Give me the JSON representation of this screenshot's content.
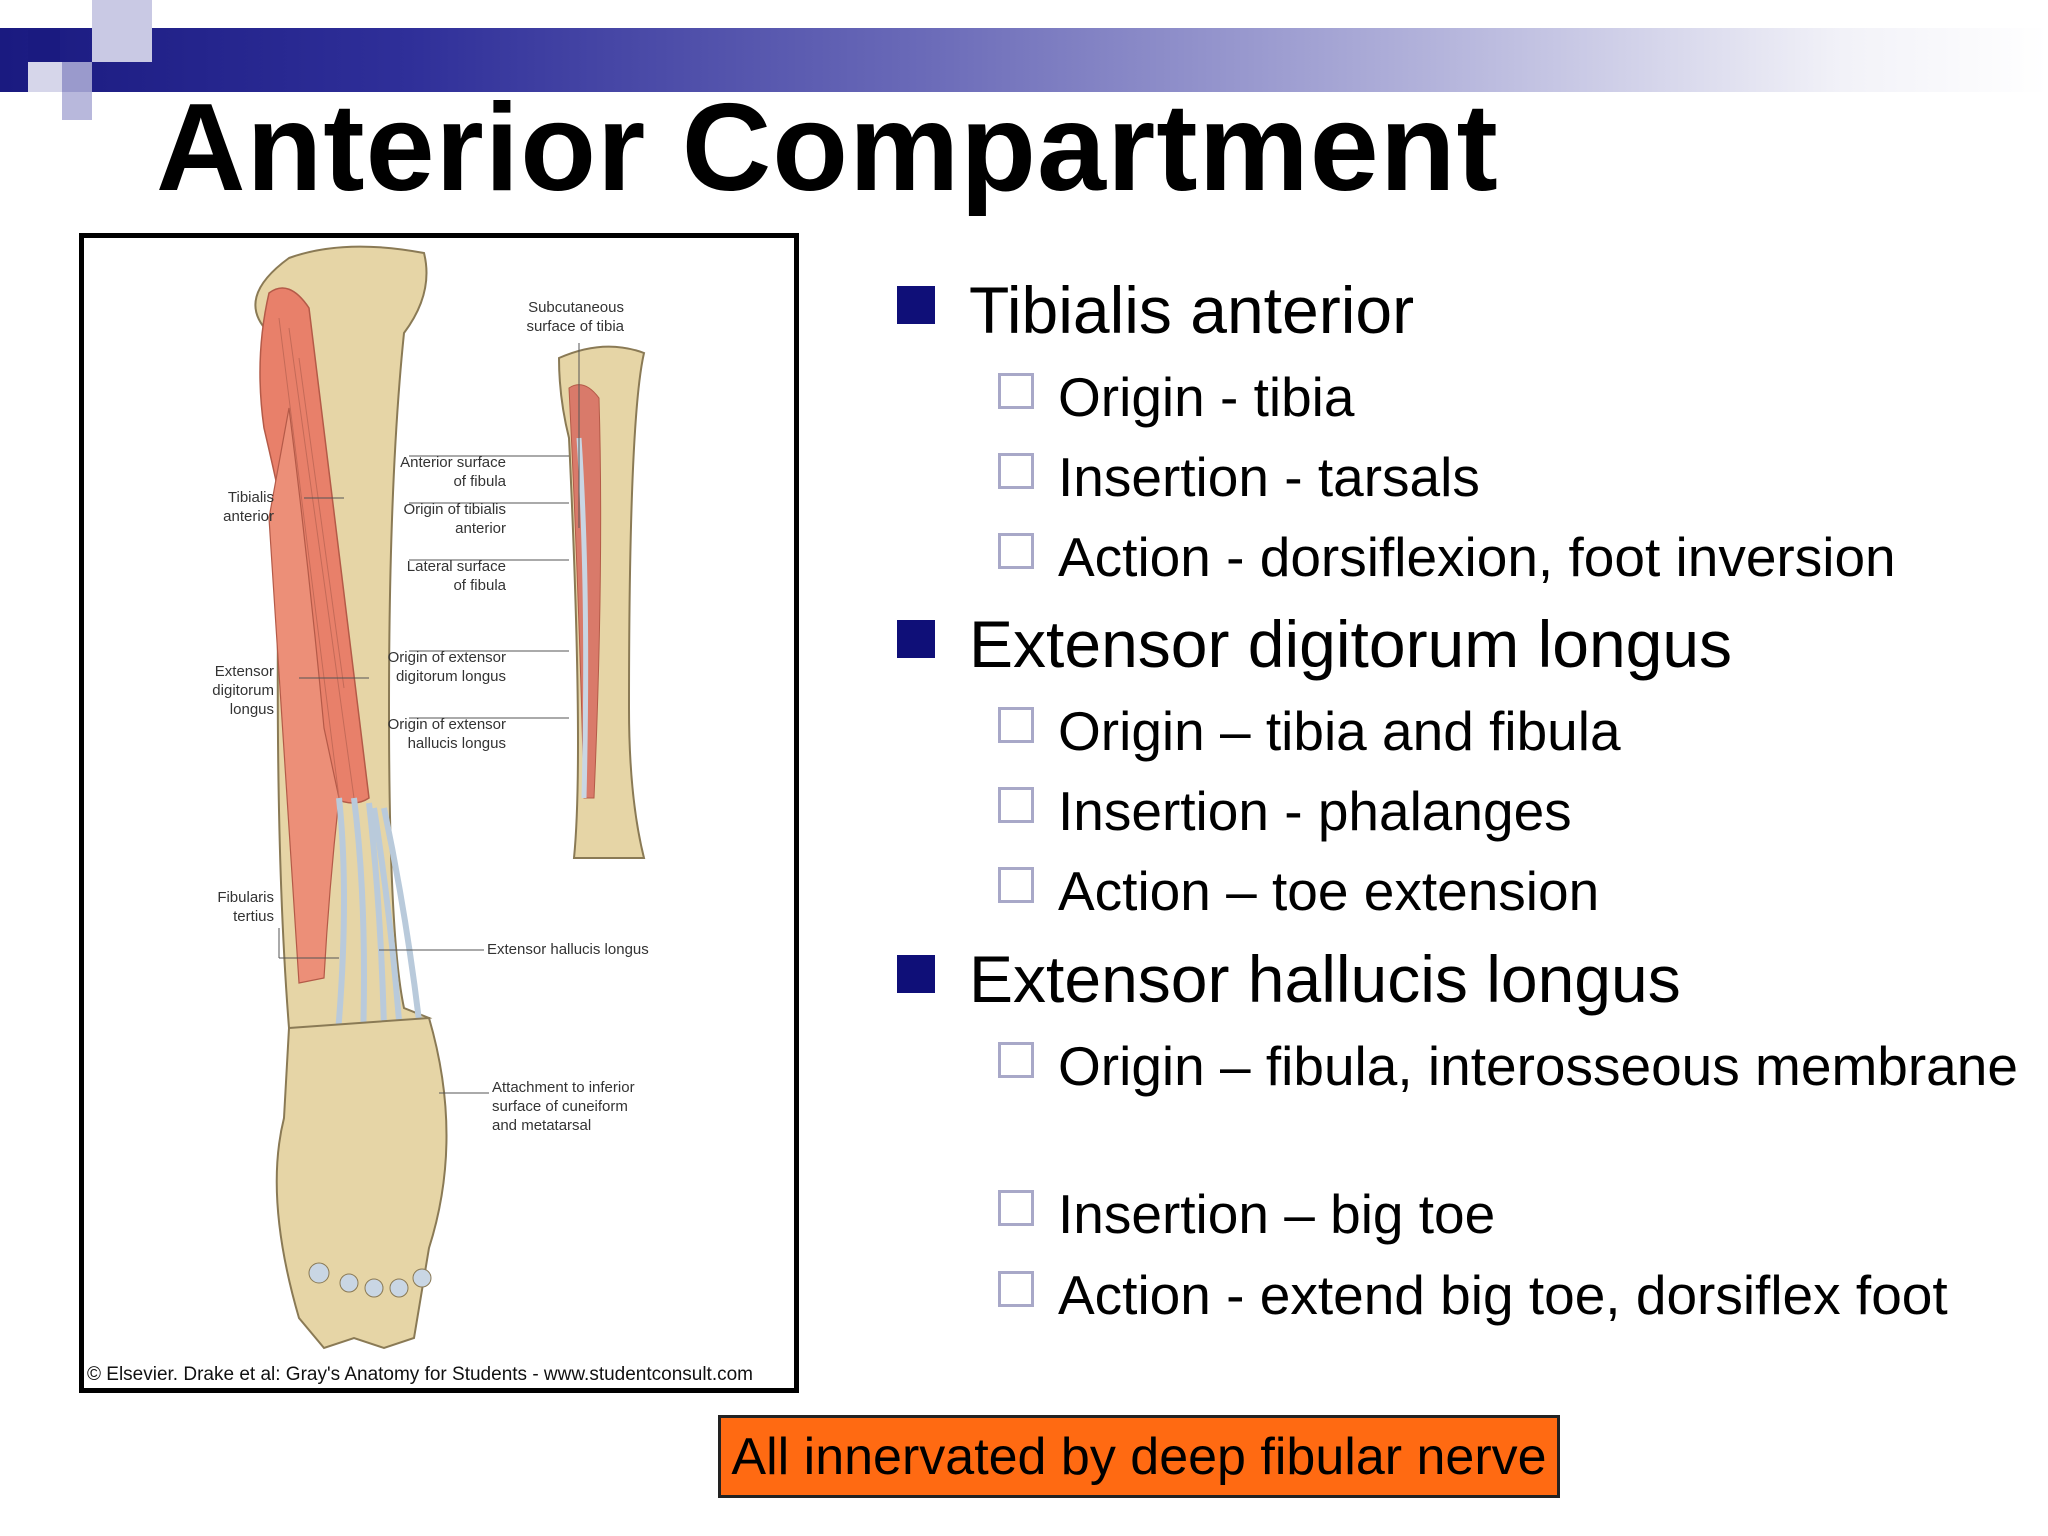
{
  "theme": {
    "accent": "#1a1a80",
    "bullet": "#0f0f78",
    "sub_bullet_border": "#a8a8c8",
    "callout_bg": "#ff6a12"
  },
  "slide": {
    "title": "Anterior Compartment"
  },
  "figure": {
    "labels": {
      "subcutaneous": "Subcutaneous\nsurface of tibia",
      "anterior_surface": "Anterior surface\nof fibula",
      "origin_tibialis": "Origin of tibialis\nanterior",
      "lateral_surface": "Lateral surface\nof fibula",
      "origin_edl": "Origin of extensor\ndigitorum longus",
      "origin_ehl": "Origin of extensor\nhallucis longus",
      "tibialis_anterior": "Tibialis\nanterior",
      "edl": "Extensor\ndigitorum\nlongus",
      "fibularis_tertius": "Fibularis\ntertius",
      "ehl": "Extensor hallucis longus",
      "attachment": "Attachment to inferior\nsurface of cuneiform\nand metatarsal"
    },
    "copyright": "© Elsevier. Drake et al: Gray's Anatomy for Students - www.studentconsult.com"
  },
  "muscles": [
    {
      "name": "Tibialis anterior",
      "details": [
        "Origin - tibia",
        "Insertion - tarsals",
        "Action - dorsiflexion, foot inversion"
      ]
    },
    {
      "name": "Extensor digitorum longus",
      "details": [
        "Origin – tibia and fibula",
        "Insertion - phalanges",
        "Action – toe extension"
      ]
    },
    {
      "name": "Extensor hallucis longus",
      "details": [
        "Origin – fibula, interosseous membrane",
        "Insertion – big toe",
        "Action - extend big toe, dorsiflex foot"
      ]
    }
  ],
  "callout": {
    "text": "All innervated by deep fibular nerve"
  }
}
